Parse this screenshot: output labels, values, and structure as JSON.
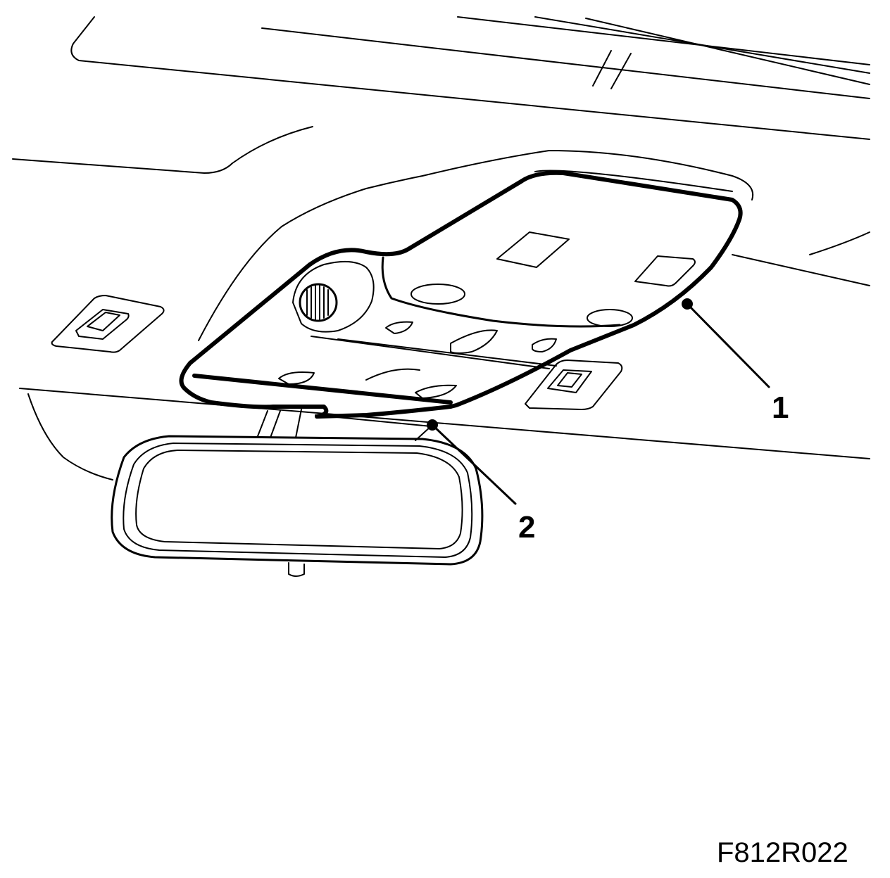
{
  "callouts": [
    {
      "number": "1",
      "part": ""
    },
    {
      "number": "2",
      "part": ""
    }
  ],
  "figure_code": "F812R022",
  "colors": {
    "line": "#000000",
    "background": "#ffffff"
  }
}
